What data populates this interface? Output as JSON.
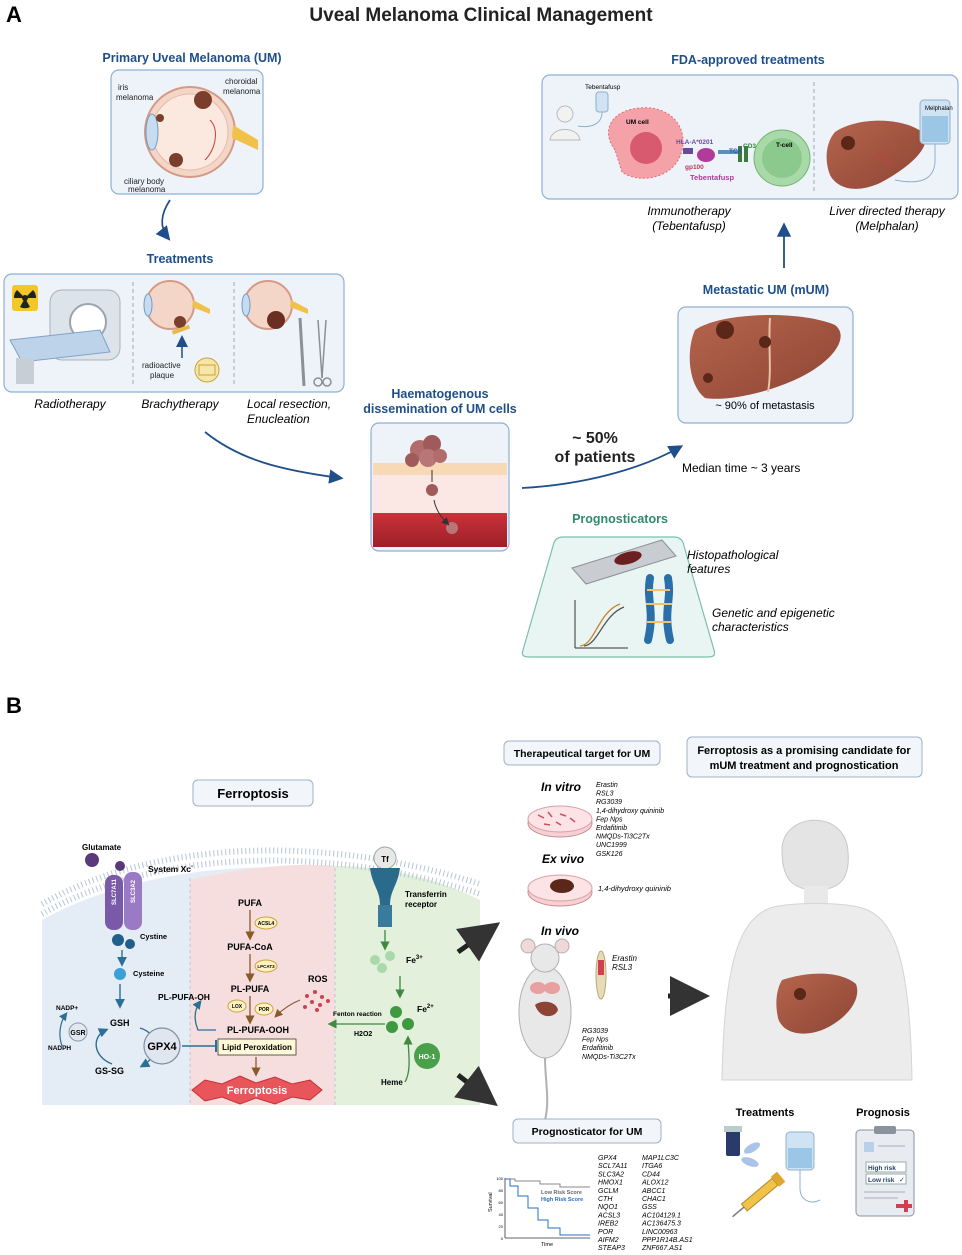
{
  "panelA": {
    "letter": "A",
    "title": "Uveal Melanoma Clinical Management",
    "primary": {
      "title": "Primary Uveal Melanoma (UM)",
      "labels": {
        "iris": "iris\nmelanoma",
        "choroidal": "choroidal\nmelanoma",
        "ciliary": "ciliary body\nmelanoma"
      }
    },
    "treatments": {
      "title": "Treatments",
      "plaque_label": "radioactive\nplaque",
      "items": [
        "Radiotherapy",
        "Brachytherapy",
        "Local resection,\nEnucleation"
      ]
    },
    "dissemination": {
      "title": "Haematogenous\ndissemination of UM cells"
    },
    "patients": "~ 50%\nof patients",
    "median_time": "Median time ~ 3 years",
    "metastatic": {
      "title": "Metastatic UM (mUM)",
      "caption": "~ 90% of metastasis"
    },
    "fda": {
      "title": "FDA-approved treatments",
      "labels": {
        "tebentafusp_bag": "Tebentafusp",
        "um_cell": "UM cell",
        "hla": "HLA-A*0201",
        "gp100": "gp100",
        "tcr": "TCR",
        "cd3": "CD3",
        "tcell": "T-cell",
        "tebentafusp": "Tebentafusp",
        "melphalan_bag": "Melphalan"
      },
      "captions": [
        "Immunotherapy\n(Tebentafusp)",
        "Liver directed therapy\n(Melphalan)"
      ]
    },
    "prognosticators": {
      "title": "Prognosticators",
      "items": [
        "Histopathological\nfeatures",
        "Genetic and epigenetic\ncharacteristics"
      ]
    }
  },
  "panelB": {
    "letter": "B",
    "ferroptosis": {
      "title": "Ferroptosis",
      "labels": {
        "glutamate": "Glutamate",
        "system_xc": "System Xc",
        "slc7a11": "SLC7A11",
        "slc3a2": "SLC3A2",
        "cystine": "Cystine",
        "cysteine": "Cysteine",
        "gsh": "GSH",
        "gssg": "GS-SG",
        "gsr": "GSR",
        "nadp": "NADP+",
        "nadph": "NADPH",
        "gpx4": "GPX4",
        "pufa": "PUFA",
        "acsl4": "ACSL4",
        "pufa_coa": "PUFA-CoA",
        "lpcat3": "LPCAT3",
        "pl_pufa": "PL-PUFA",
        "lox": "LOX",
        "por": "POR",
        "pl_pufa_ooh": "PL-PUFA-OOH",
        "pl_pufa_oh": "PL-PUFA-OH",
        "lipid_perox": "Lipid Peroxidation",
        "ferroptosis": "Ferroptosis",
        "ros": "ROS",
        "tf": "Tf",
        "transferrin_receptor": "Transferrin\nreceptor",
        "fe3": "Fe3+",
        "fe2": "Fe2+",
        "fenton": "Fenton reaction",
        "h2o2": "H2O2",
        "ho1": "HO-1",
        "heme": "Heme"
      }
    },
    "therapeutic_target": {
      "title": "Therapeutical target for UM",
      "in_vitro": {
        "title": "In vitro",
        "drugs": [
          "Erastin",
          "RSL3",
          "RG3039",
          "1,4-dihydroxy quininib",
          "Fep Nps",
          "Erdafitinib",
          "NMQDs-Ti3C2Tx",
          "UNC1999",
          "GSK126"
        ]
      },
      "ex_vivo": {
        "title": "Ex vivo",
        "drugs": [
          "1,4-dihydroxy quininib"
        ]
      },
      "in_vivo": {
        "title": "In vivo",
        "zebrafish_drugs": [
          "Erastin",
          "RSL3"
        ],
        "mouse_drugs": [
          "RG3039",
          "Fep Nps",
          "Erdafitinib",
          "NMQDs-Ti3C2Tx"
        ]
      }
    },
    "candidate": {
      "title": "Ferroptosis as a promising candidate for\nmUM treatment and prognostication"
    },
    "prognosticator": {
      "title": "Prognosticator for UM",
      "genes_col1": [
        "GPX4",
        "SCL7A11",
        "SLC3A2",
        "HMOX1",
        "GCLM",
        "CTH",
        "NQO1",
        "ACSL3",
        "IREB2",
        "POR",
        "AIFM2",
        "STEAP3"
      ],
      "genes_col2": [
        "MAP1LC3C",
        "ITGA6",
        "CD44",
        "ALOX12",
        "ABCC1",
        "CHAC1",
        "GSS",
        "AC104129.1",
        "AC136475.3",
        "LINC00963",
        "PPP1R14B.AS1",
        "ZNF667.AS1"
      ],
      "km": {
        "ylabel": "Survival",
        "xlabel": "Time",
        "low": "Low Risk Score",
        "high": "High Risk Score",
        "yticks": [
          "100",
          "80",
          "60",
          "40",
          "20",
          "0"
        ]
      }
    },
    "treatments_label": "Treatments",
    "prognosis": {
      "title": "Prognosis",
      "high": "High risk",
      "low": "Low risk"
    }
  }
}
